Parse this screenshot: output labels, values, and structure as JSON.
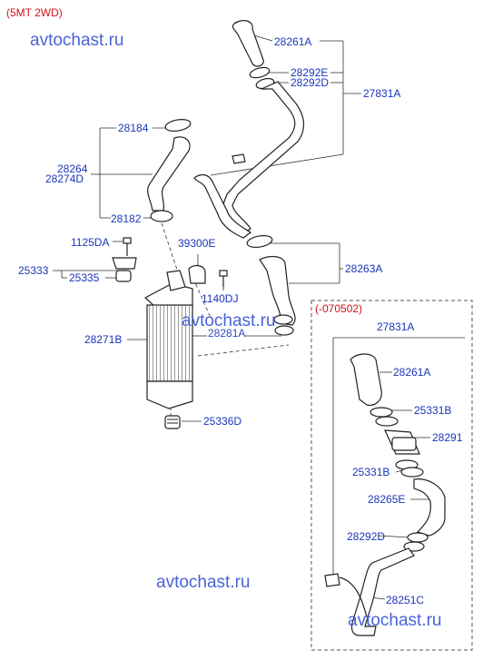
{
  "header": {
    "variant": "(5MT 2WD)",
    "inset_variant": "(-070502)"
  },
  "watermarks": [
    "avtochast.ru",
    "avtochast.ru",
    "avtochast.ru",
    "avtochast.ru"
  ],
  "main_labels": {
    "p28261A": "28261A",
    "p28292E": "28292E",
    "p28292D": "28292D",
    "p27831A": "27831A",
    "p28184": "28184",
    "p28264": "28264",
    "p28274D": "28274D",
    "p28182": "28182",
    "p1125DA": "1125DA",
    "p39300E": "39300E",
    "p25333": "25333",
    "p25335": "25335",
    "p1140DJ": "1140DJ",
    "p28263A": "28263A",
    "p28271B": "28271B",
    "p28281A": "28281A",
    "p25336D": "25336D"
  },
  "inset_labels": {
    "p27831A": "27831A",
    "p28261A": "28261A",
    "p25331B_top": "25331B",
    "p28291": "28291",
    "p25331B_bot": "25331B",
    "p28265E": "28265E",
    "p28292D": "28292D",
    "p28251C": "28251C"
  },
  "colors": {
    "label": "#1a35b8",
    "header": "#d0111b",
    "watermark": "#3a56d6",
    "line": "#222222"
  }
}
